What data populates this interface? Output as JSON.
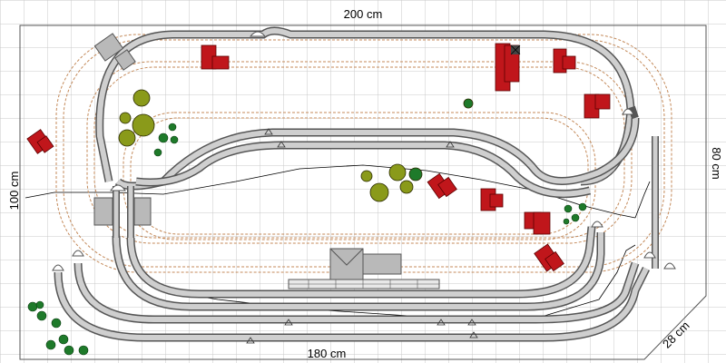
{
  "diagram": {
    "title": "Model railway track plan",
    "dimensions": {
      "top_width": "200 cm",
      "bottom_width": "180 cm",
      "left_height": "100 cm",
      "right_height": "80 cm",
      "corner_depth": "28 cm"
    },
    "colors": {
      "grid": "#c8c8c8",
      "track_fill": "#cfcfcf",
      "track_edge": "#555555",
      "upper_track": "#c48a5a",
      "building_roof": "#c0161b",
      "station": "#b9b9b9",
      "tree_dark": "#1e7a2a",
      "tree_olive": "#8a9a1a",
      "terrain_line": "#000000"
    },
    "layers": [
      "lower-level-track",
      "upper-level-track",
      "buildings",
      "trees",
      "terrain-contour"
    ]
  }
}
